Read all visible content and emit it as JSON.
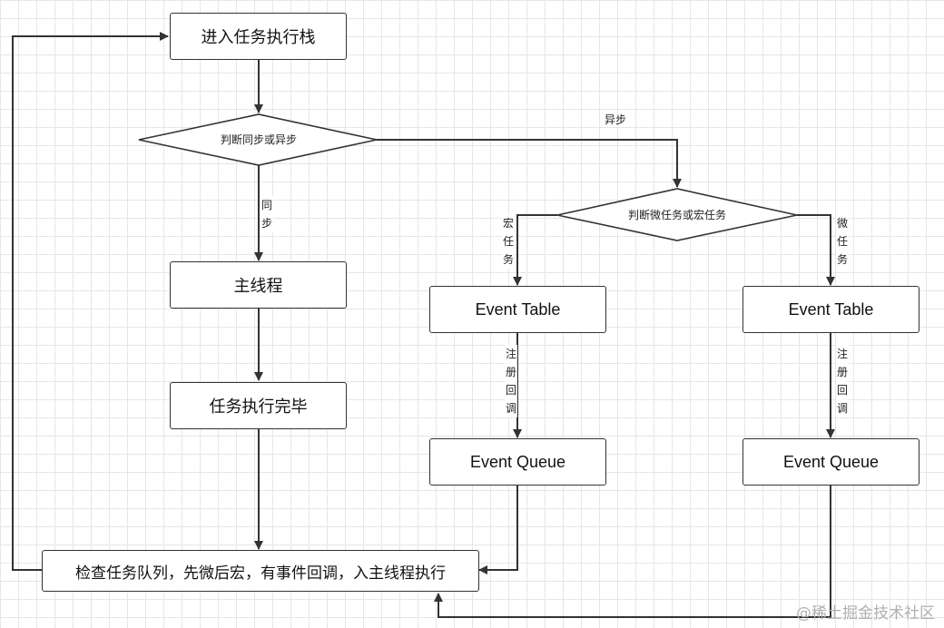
{
  "nodes": {
    "enter_stack": "进入任务执行栈",
    "judge_sync": "判断同步或异步",
    "main_thread": "主线程",
    "task_done": "任务执行完毕",
    "judge_micro_macro": "判断微任务或宏任务",
    "macro_event_table": "Event Table",
    "micro_event_table": "Event Table",
    "macro_event_queue": "Event Queue",
    "micro_event_queue": "Event Queue",
    "check_queue": "检查任务队列，先微后宏，有事件回调，入主线程执行"
  },
  "edge_labels": {
    "async": "异步",
    "sync": "同步",
    "macro_task": "宏任务",
    "micro_task": "微任务",
    "register_callback_macro": "注册回调",
    "register_callback_micro": "注册回调"
  },
  "watermark": "@稀土掘金技术社区"
}
